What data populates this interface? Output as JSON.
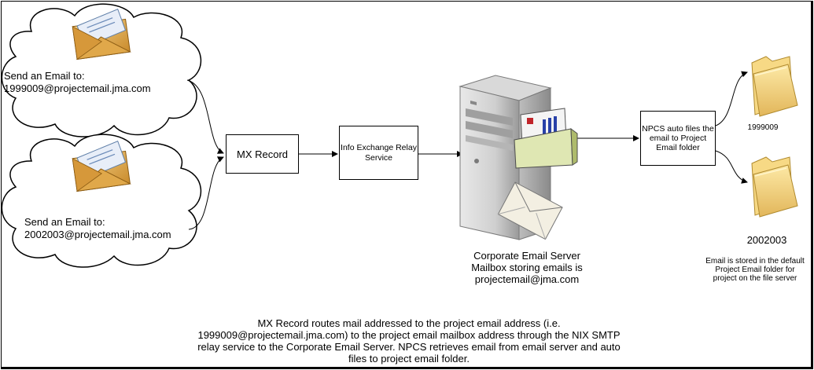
{
  "clouds": [
    {
      "line1": "Send an Email to:",
      "line2": "1999009@projectemail.jma.com"
    },
    {
      "line1": "Send an Email to:",
      "line2": "2002003@projectemail.jma.com"
    }
  ],
  "mx_record": "MX Record",
  "relay_service": "Info Exchange Relay Service",
  "server": {
    "caption_line1": "Corporate Email Server",
    "caption_line2": "Mailbox storing emails is",
    "caption_line3": "projectemail@jma.com"
  },
  "npcs": "NPCS auto files the email to Project Email folder",
  "folders": [
    {
      "label": "1999009"
    },
    {
      "label": "2002003"
    }
  ],
  "storage_note": "Email is stored in the default Project Email folder for project on the file server",
  "footer_note": "MX Record routes mail addressed to the project email address (i.e. 1999009@projectemail.jma.com) to the project email mailbox address through the NIX SMTP relay service to the Corporate Email Server.  NPCS retrieves email from email server and auto files to project email folder.",
  "icons": [
    "cloud-icon",
    "envelope-icon",
    "server-icon",
    "mailbox-icon",
    "folder-icon",
    "arrow-icon"
  ]
}
